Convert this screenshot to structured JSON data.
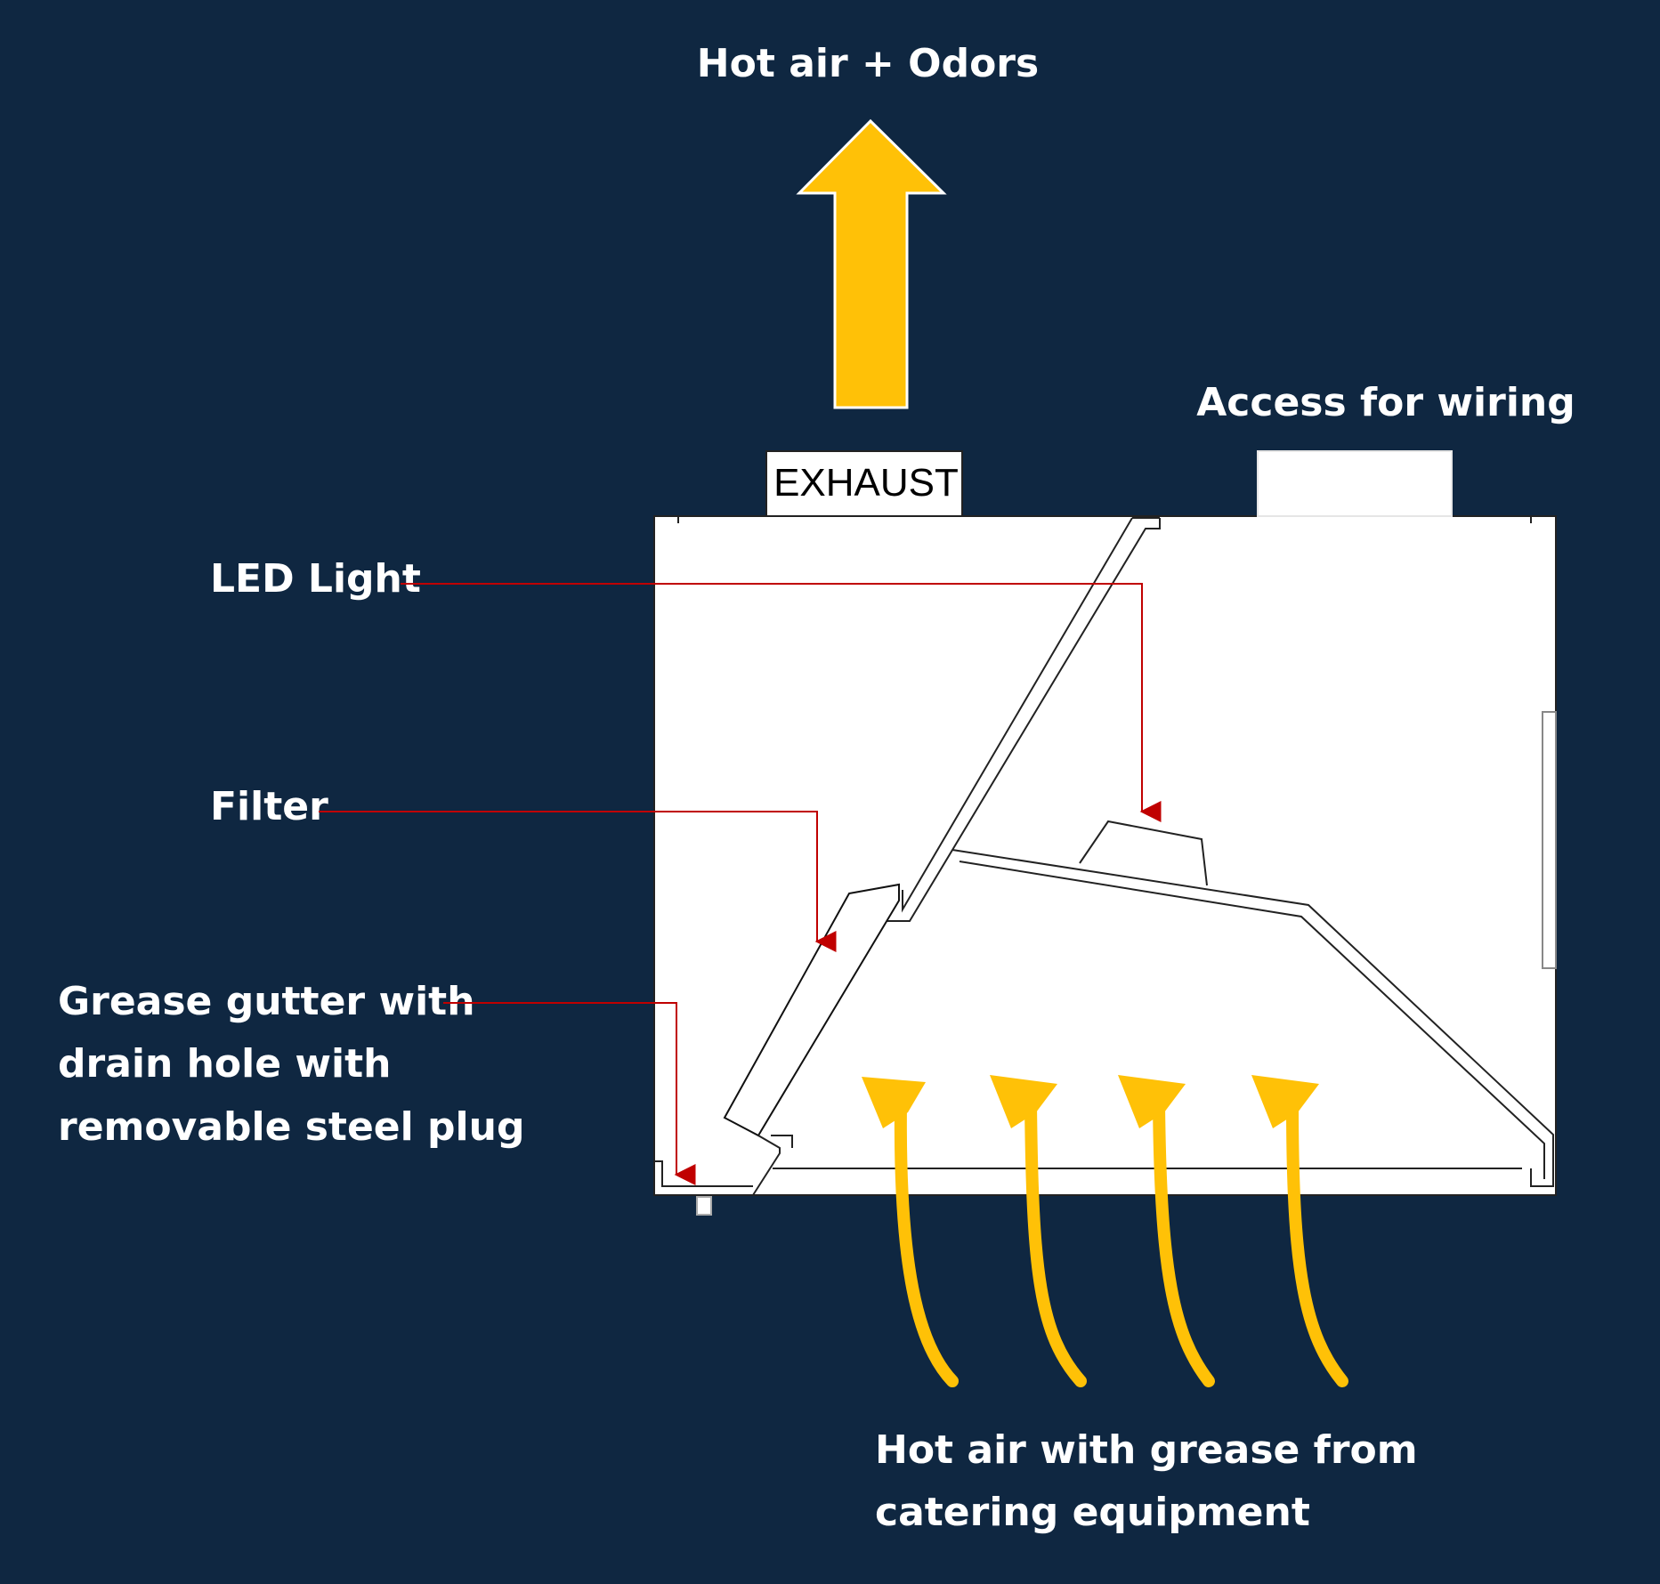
{
  "labels": {
    "top_flow": "Hot air + Odors",
    "exhaust": "EXHAUST",
    "wiring_access": "Access for wiring",
    "led_light": "LED Light",
    "filter": "Filter",
    "grease_gutter": [
      "Grease gutter with",
      "drain hole with",
      "removable steel plug"
    ],
    "bottom_flow": [
      "Hot air with grease from",
      "catering equipment"
    ]
  },
  "colors": {
    "background": "#0f2741",
    "airflow_arrow": "#ffc107",
    "callout_line": "#b00000",
    "hood_fill": "#ffffff",
    "hood_stroke": "#222222"
  }
}
